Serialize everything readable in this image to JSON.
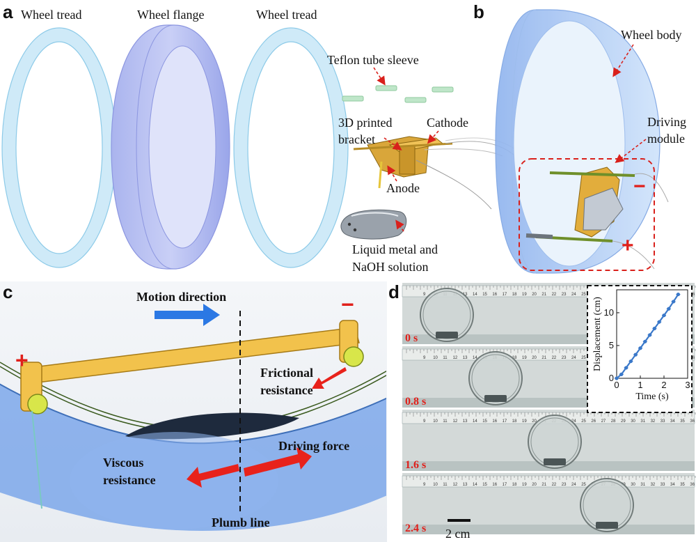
{
  "panel_a": {
    "letter": "a",
    "wheel_tread_left": "Wheel tread",
    "wheel_flange": "Wheel flange",
    "wheel_tread_right": "Wheel tread",
    "teflon": "Teflon tube sleeve",
    "bracket_line1": "3D printed",
    "bracket_line2": "bracket",
    "cathode": "Cathode",
    "anode": "Anode",
    "lm_line1": "Liquid metal and",
    "lm_line2": "NaOH solution"
  },
  "panel_b": {
    "letter": "b",
    "wheel_body": "Wheel body",
    "driving_line1": "Driving",
    "driving_line2": "module",
    "minus": "−",
    "plus": "+"
  },
  "panel_c": {
    "letter": "c",
    "motion": "Motion direction",
    "frictional_line1": "Frictional",
    "frictional_line2": "resistance",
    "driving_force": "Driving force",
    "viscous_line1": "Viscous",
    "viscous_line2": "resistance",
    "plumb": "Plumb line",
    "plus": "+",
    "minus": "−"
  },
  "panel_d": {
    "letter": "d",
    "times": [
      "0 s",
      "0.8 s",
      "1.6 s",
      "2.4 s"
    ],
    "scale_bar": "2 cm",
    "ruler_numbers": [
      "9",
      "10",
      "11",
      "12",
      "13",
      "14",
      "15",
      "16",
      "17",
      "18",
      "19",
      "20",
      "21",
      "22",
      "23",
      "24",
      "25",
      "26",
      "27",
      "28",
      "29",
      "30",
      "31",
      "32",
      "33",
      "34",
      "35",
      "36"
    ]
  },
  "chart_data": {
    "type": "line",
    "xlabel": "Time (s)",
    "ylabel": "Displacement (cm)",
    "xlim": [
      0,
      3
    ],
    "ylim": [
      0,
      13.5
    ],
    "xticks": [
      "0",
      "1",
      "2",
      "3"
    ],
    "yticks": [
      "0",
      "5",
      "10"
    ],
    "grid": false,
    "x": [
      0,
      0.2,
      0.4,
      0.6,
      0.8,
      1.0,
      1.2,
      1.4,
      1.6,
      1.8,
      2.0,
      2.2,
      2.4,
      2.6
    ],
    "y": [
      0,
      0.6,
      1.6,
      2.6,
      3.6,
      4.6,
      5.6,
      6.6,
      7.6,
      8.6,
      9.6,
      10.6,
      11.7,
      12.8
    ],
    "color": "#3a78c9"
  }
}
